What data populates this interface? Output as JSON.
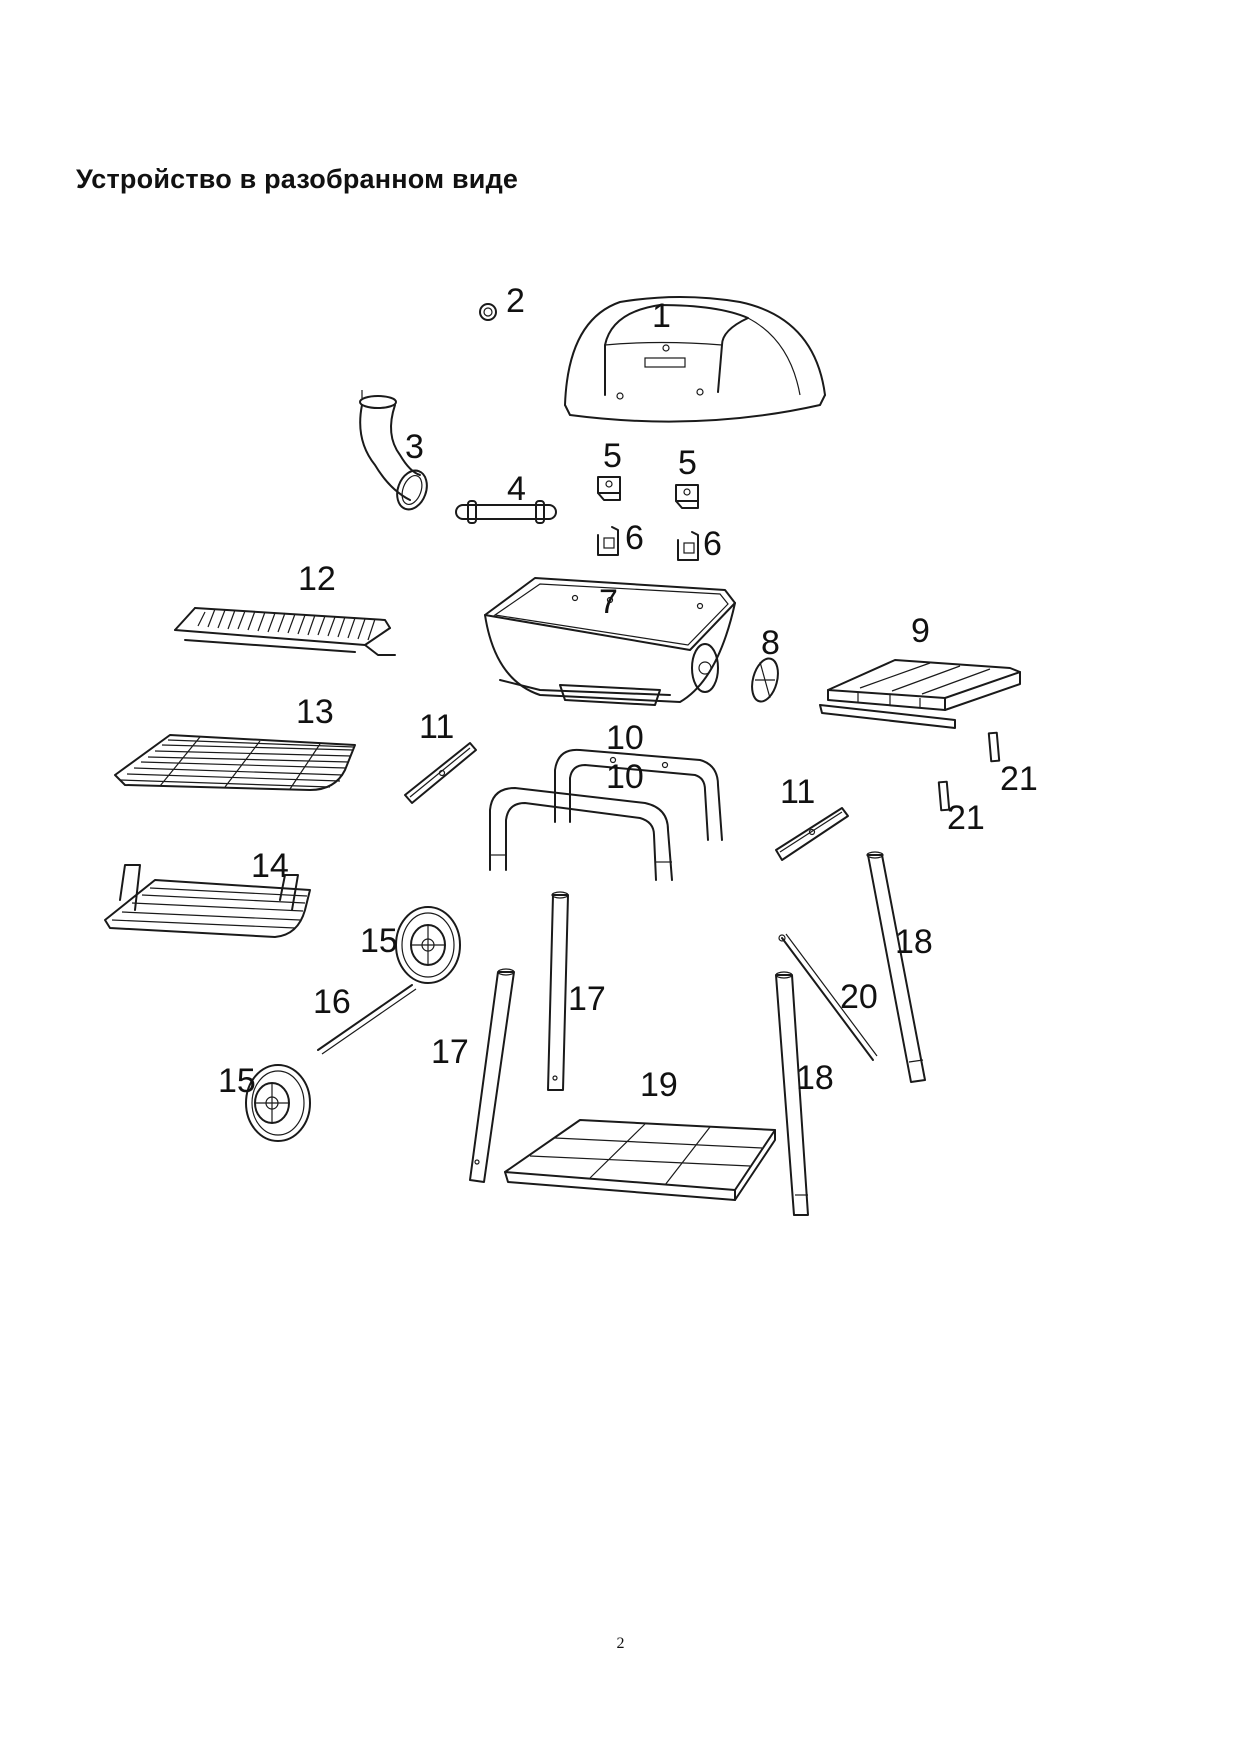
{
  "document": {
    "title": "Устройство в разобранном виде",
    "page_number": "2"
  },
  "labels": {
    "p1": "1",
    "p2": "2",
    "p3": "3",
    "p4": "4",
    "p5a": "5",
    "p5b": "5",
    "p6a": "6",
    "p6b": "6",
    "p7": "7",
    "p8": "8",
    "p9": "9",
    "p10a": "10",
    "p10b": "10",
    "p11a": "11",
    "p11b": "11",
    "p12": "12",
    "p13": "13",
    "p14": "14",
    "p15a": "15",
    "p15b": "15",
    "p16": "16",
    "p17a": "17",
    "p17b": "17",
    "p18a": "18",
    "p18b": "18",
    "p19": "19",
    "p20": "20",
    "p21a": "21",
    "p21b": "21"
  }
}
